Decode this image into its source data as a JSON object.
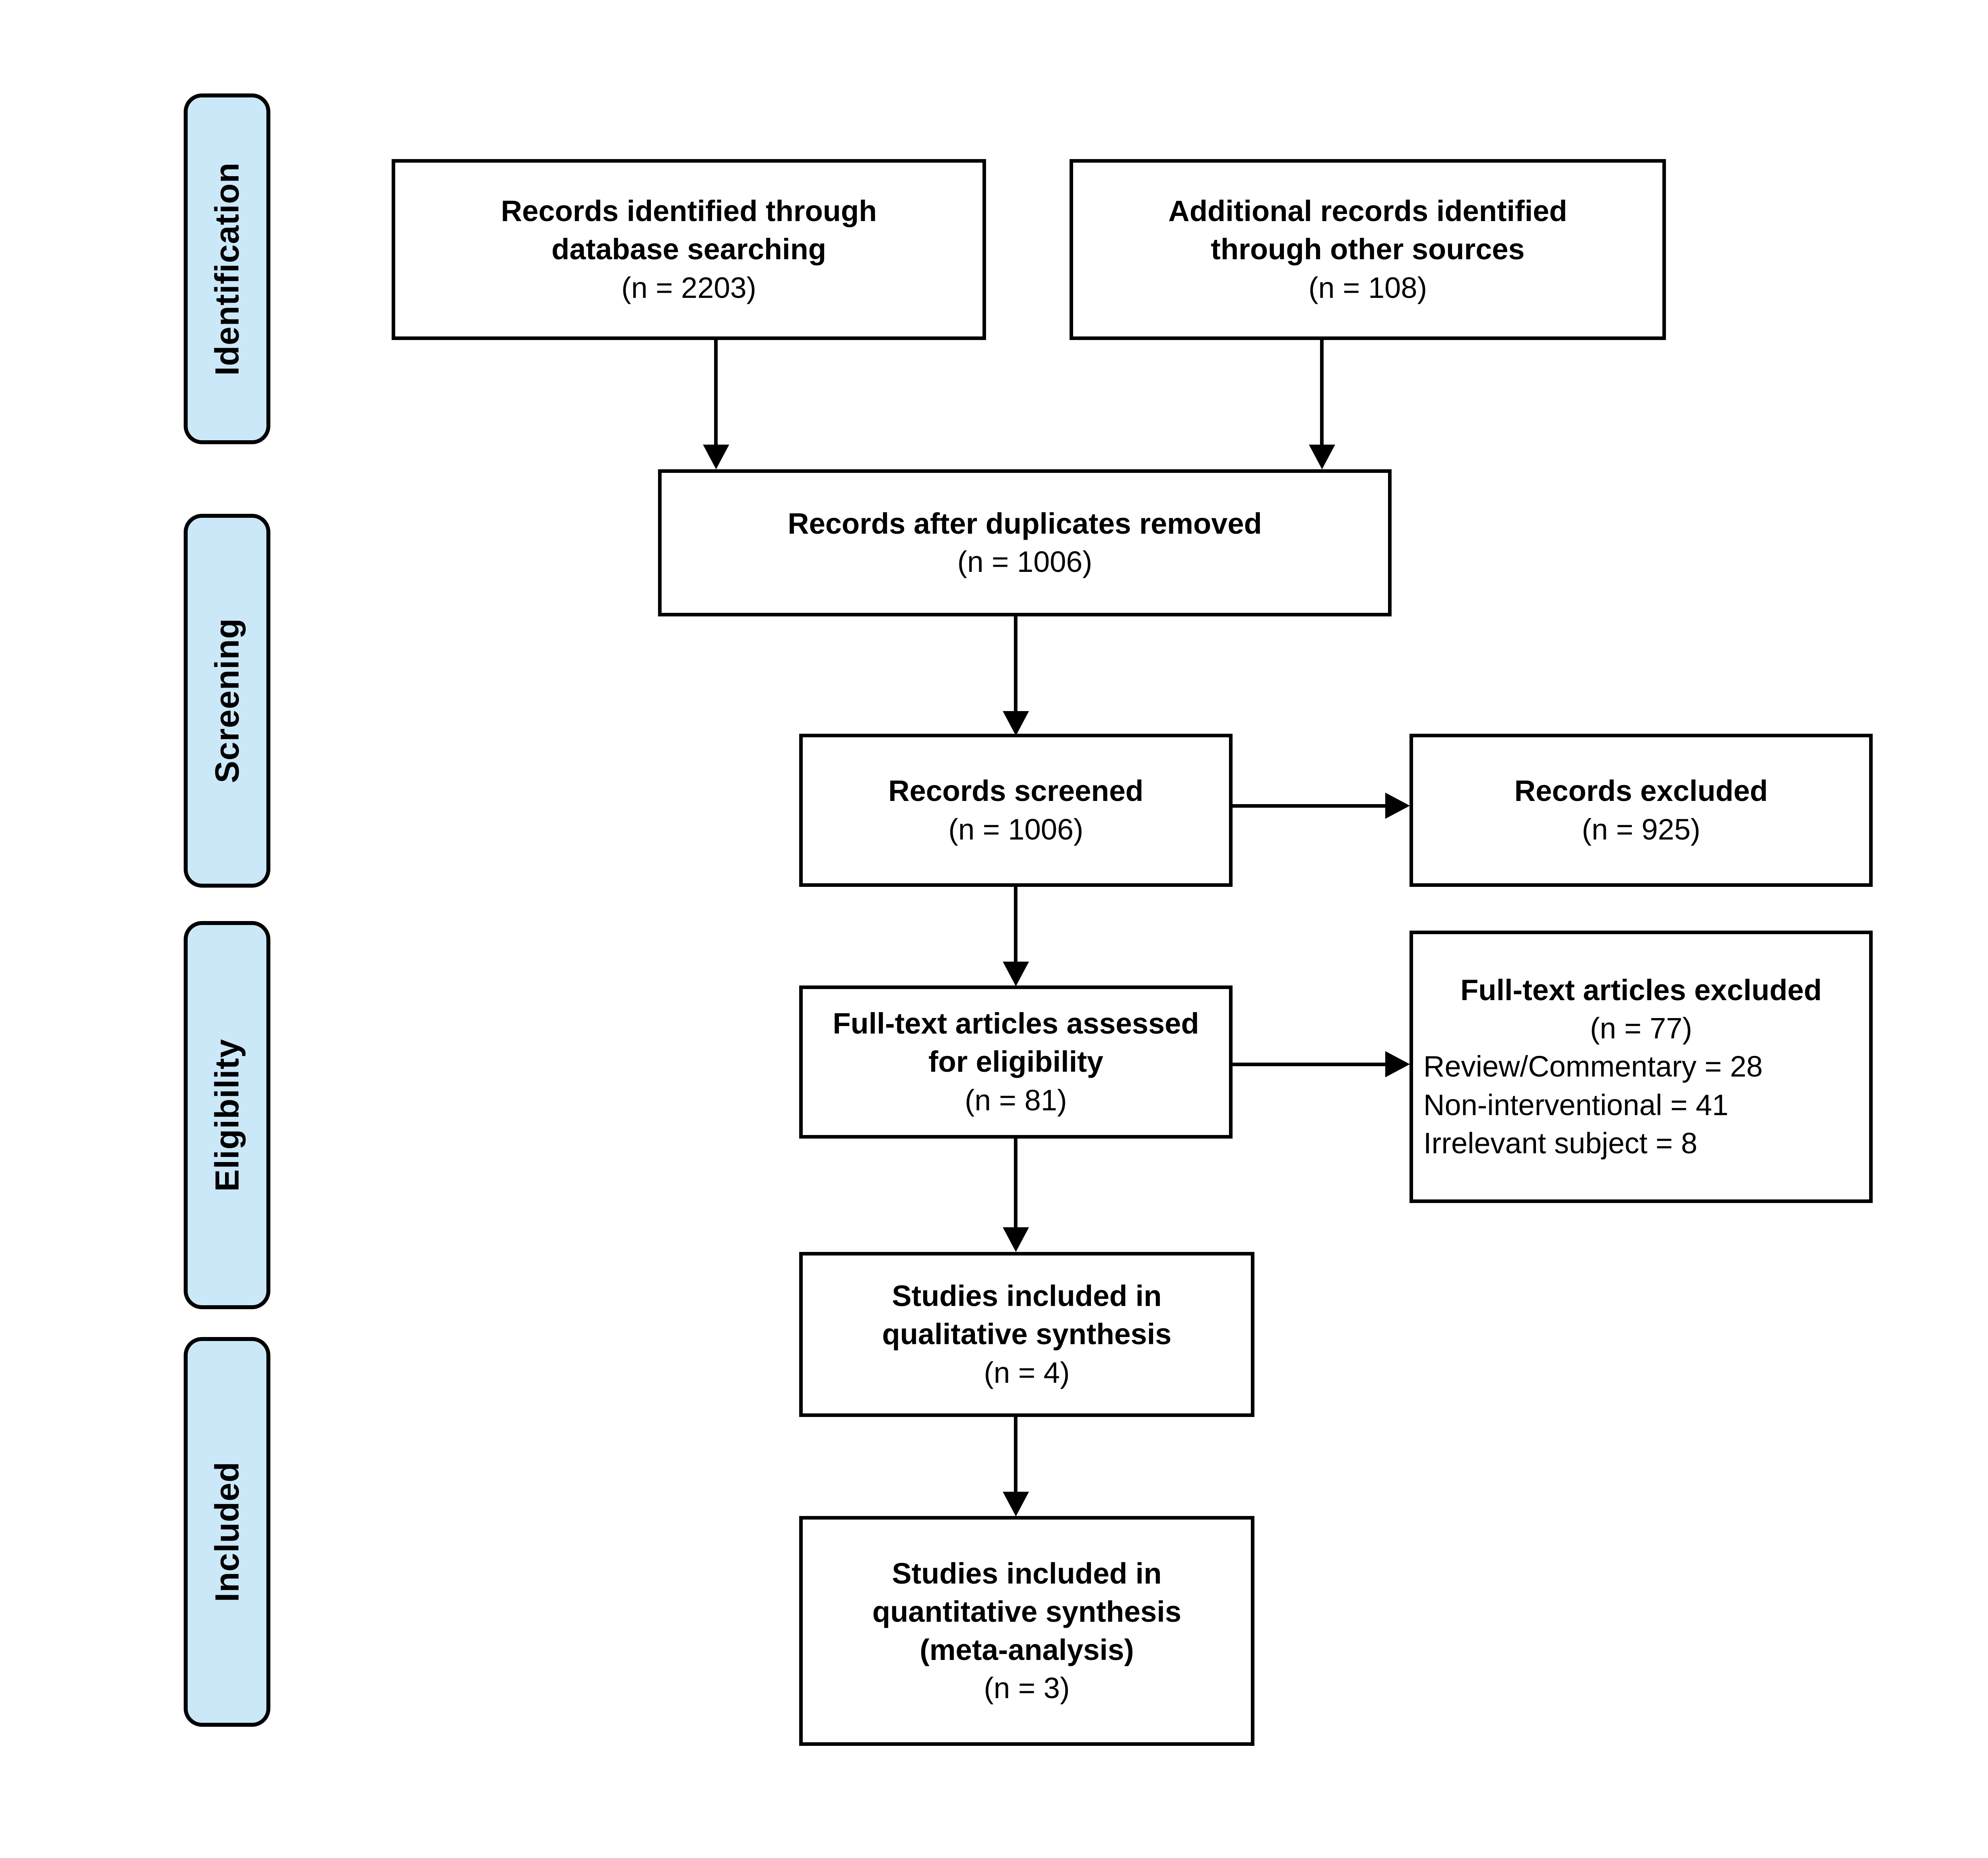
{
  "diagram": {
    "type": "PRISMA flow diagram",
    "accent_color": "#cbe8f9",
    "line_color": "#000000",
    "background_color": "#ffffff"
  },
  "stages": [
    {
      "id": "identification",
      "label": "Identification"
    },
    {
      "id": "screening",
      "label": "Screening"
    },
    {
      "id": "eligibility",
      "label": "Eligibility"
    },
    {
      "id": "included",
      "label": "Included"
    }
  ],
  "boxes": {
    "database_search": {
      "line1": "Records identified through",
      "line2": "database searching",
      "count": "(n = 2203)"
    },
    "other_sources": {
      "line1": "Additional records identified",
      "line2": "through other sources",
      "count": "(n = 108)"
    },
    "duplicates_removed": {
      "line1": "Records after duplicates removed",
      "count": "(n = 1006)"
    },
    "records_screened": {
      "line1": "Records screened",
      "count": "(n = 1006)"
    },
    "records_excluded": {
      "line1": "Records excluded",
      "count": "(n = 925)"
    },
    "fulltext_assessed": {
      "line1": "Full-text articles assessed",
      "line2": "for eligibility",
      "count": "(n = 81)"
    },
    "fulltext_excluded": {
      "line1": "Full-text articles excluded",
      "count": "(n = 77)",
      "reason1": "Review/Commentary = 28",
      "reason2": "Non-interventional = 41",
      "reason3": "Irrelevant subject = 8"
    },
    "qualitative_synthesis": {
      "line1": "Studies included in",
      "line2": "qualitative synthesis",
      "count": "(n = 4)"
    },
    "quantitative_synthesis": {
      "line1": "Studies included in",
      "line2": "quantitative synthesis",
      "line3": "(meta-analysis)",
      "count": "(n = 3)"
    }
  }
}
